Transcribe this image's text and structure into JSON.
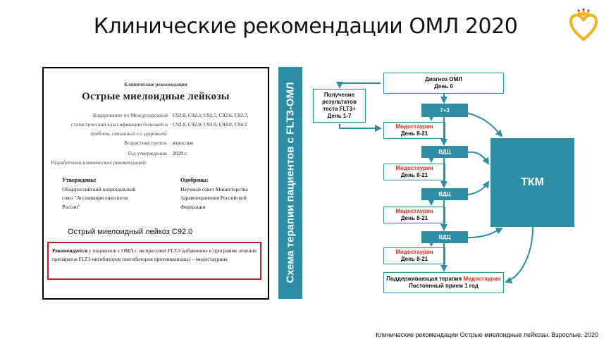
{
  "slide": {
    "title": "Клинические рекомендации ОМЛ 2020",
    "footer": "Клинические рекомендации Острые миелоидные лейкозы. Взрослые. 2020"
  },
  "document": {
    "supertitle": "Клинические рекомендации",
    "heading": "Острые миелоидные лейкозы",
    "coding_label": "Кодирование по Международной статистической классификации болезней и проблем, связанных со здоровьем:",
    "coding_label_lines": [
      "Кодирование по Международной",
      "статистической классификации болезней и",
      "проблем, связанных со здоровьем:"
    ],
    "coding_value_lines": [
      "C92.0, C92.3, C92.5, C92.6, C92.7,",
      "C92.8, C92.9, C93.0, C94.0, C94.2"
    ],
    "age_label": "Возрастная группа:",
    "age_value": "взрослые",
    "year_label": "Год утверждения:",
    "year_value": "2020 г.",
    "developers_label": "Разработчики клинических рекомендаций:",
    "approved_title": "Утверждены:",
    "approved_lines": [
      "Общероссийский национальный",
      "союз \"Ассоциация онкологов",
      "России\""
    ],
    "endorsed_title": "Одобрены:",
    "endorsed_lines": [
      "Научный совет Министерства",
      "Здравоохранения Российской",
      "Федерации"
    ]
  },
  "caption": "Острый миелоидный лейкоз С92.0",
  "recommendation": {
    "bold": "Рекомендуется",
    "part1": " у пациентов с ОМЛ с экспрессией ",
    "gene": "FLT-3",
    "part2": " добавление к программе лечения препаратов FLT3-ингибиторов (ингибиторов протеинкиназы) – мидостаурина"
  },
  "scheme": {
    "side_title": "Схема терапии пациентов с FLT3-ОМЛ",
    "diagnosis": [
      "Диагноз ОМЛ",
      "День 0"
    ],
    "flt3_result": [
      "Получение",
      "результатов",
      "теста FLT3+",
      "День 1-7"
    ],
    "induction": "7+3",
    "drug": "Мидостаурин",
    "drug_days": "День 8-21",
    "consolidation": "ВДЦ",
    "maintenance_prefix": "Поддерживающая терапия ",
    "maintenance_drug": "Мидостаурин",
    "maintenance_line2": "Постоянный прием 1 год",
    "tkm": "ТКМ"
  },
  "colors": {
    "teal": "#2c8ea5",
    "highlight_red": "#e0301e",
    "border_red": "#c0202a"
  }
}
